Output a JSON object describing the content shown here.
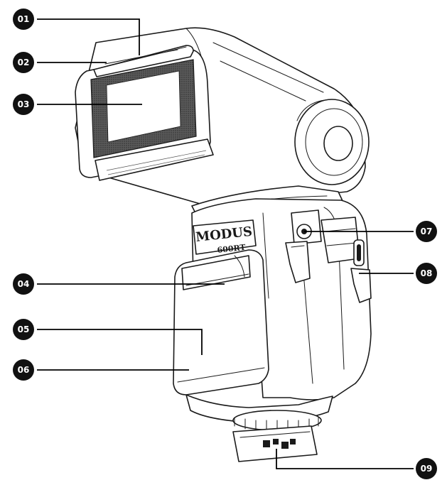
{
  "brand": {
    "name": "MODUS",
    "model": "600RT"
  },
  "callouts": [
    {
      "id": "01",
      "name": "callout-01"
    },
    {
      "id": "02",
      "name": "callout-02"
    },
    {
      "id": "03",
      "name": "callout-03"
    },
    {
      "id": "04",
      "name": "callout-04"
    },
    {
      "id": "05",
      "name": "callout-05"
    },
    {
      "id": "06",
      "name": "callout-06"
    },
    {
      "id": "07",
      "name": "callout-07"
    },
    {
      "id": "08",
      "name": "callout-08"
    },
    {
      "id": "09",
      "name": "callout-09"
    }
  ],
  "colors": {
    "line": "#1a1a1a",
    "badge": "#111111",
    "window_dark": "#3a3a3a"
  }
}
